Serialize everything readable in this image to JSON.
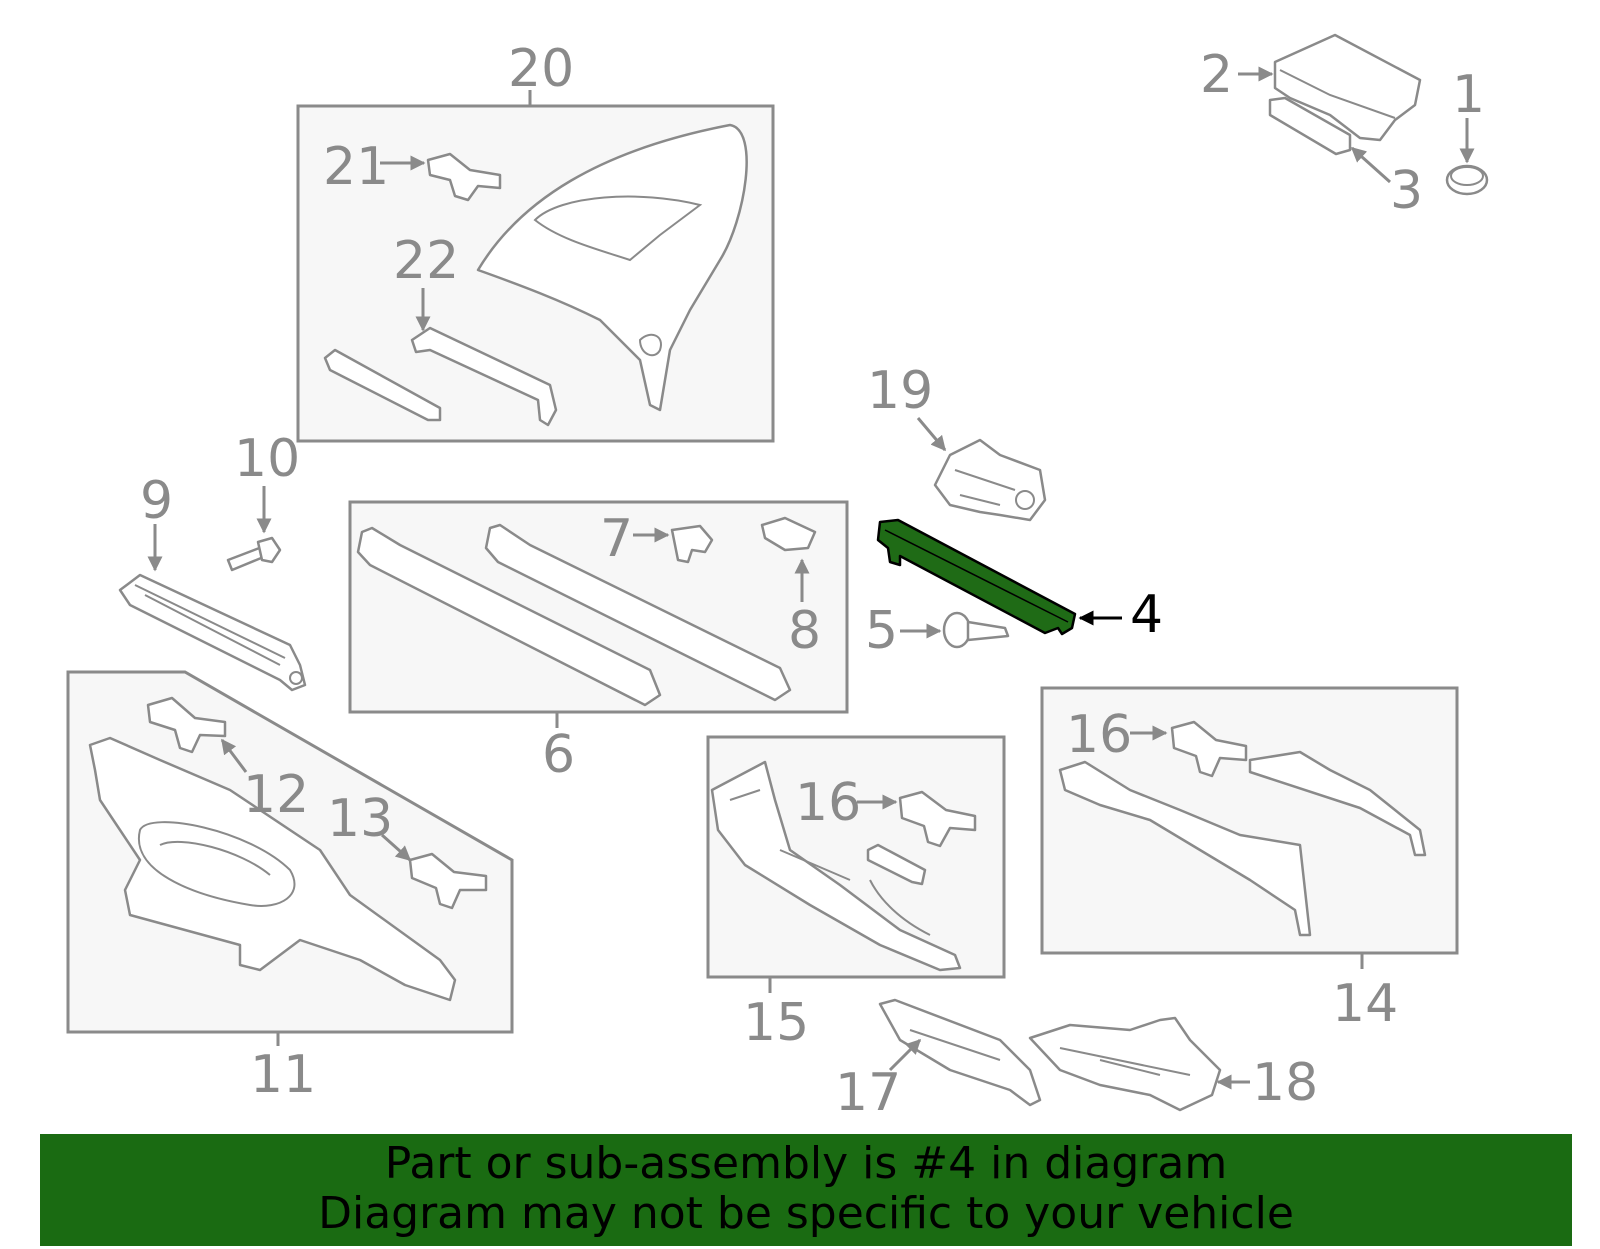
{
  "callouts": {
    "c1": "1",
    "c2": "2",
    "c3": "3",
    "c4": "4",
    "c5": "5",
    "c6": "6",
    "c7": "7",
    "c8": "8",
    "c9": "9",
    "c10": "10",
    "c11": "11",
    "c12": "12",
    "c13": "13",
    "c14": "14",
    "c15": "15",
    "c16a": "16",
    "c16b": "16",
    "c17": "17",
    "c18": "18",
    "c19": "19",
    "c20": "20",
    "c21": "21",
    "c22": "22"
  },
  "highlight": {
    "part": "4",
    "color": "#1f6b16"
  },
  "banner": {
    "line1": "Part or sub-assembly is #4 in diagram",
    "line2": "Diagram may not be specific to your vehicle",
    "background": "#1a6b12"
  }
}
